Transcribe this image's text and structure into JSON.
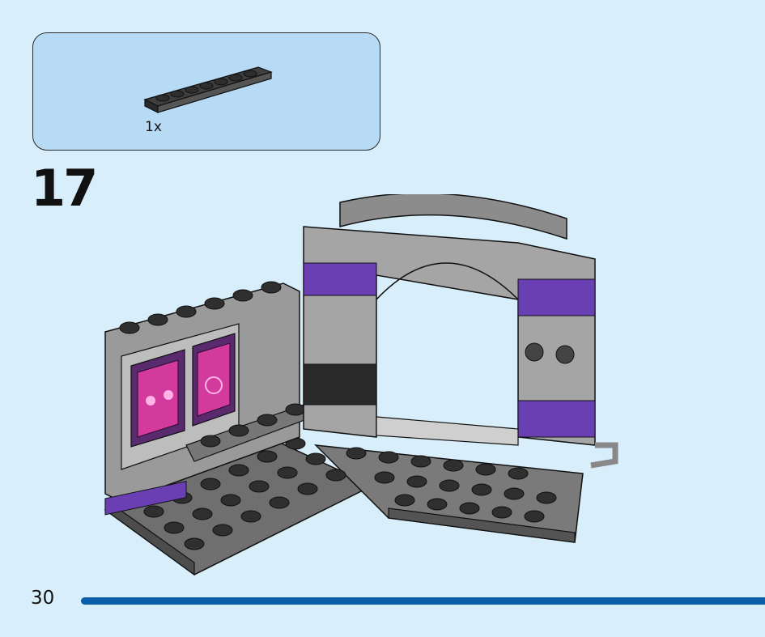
{
  "parts_list": {
    "items": [
      {
        "quantity_label": "1x",
        "icon": "plate-1x8-dark-gray-icon",
        "color": "#5a5a5a"
      }
    ]
  },
  "step": {
    "number": "17"
  },
  "page": {
    "number": "30"
  },
  "colors": {
    "background": "#d8eefb",
    "parts_box": "#b7daf5",
    "accent_purple": "#6a3fb3",
    "progress_bar": "#0b5ea8"
  }
}
